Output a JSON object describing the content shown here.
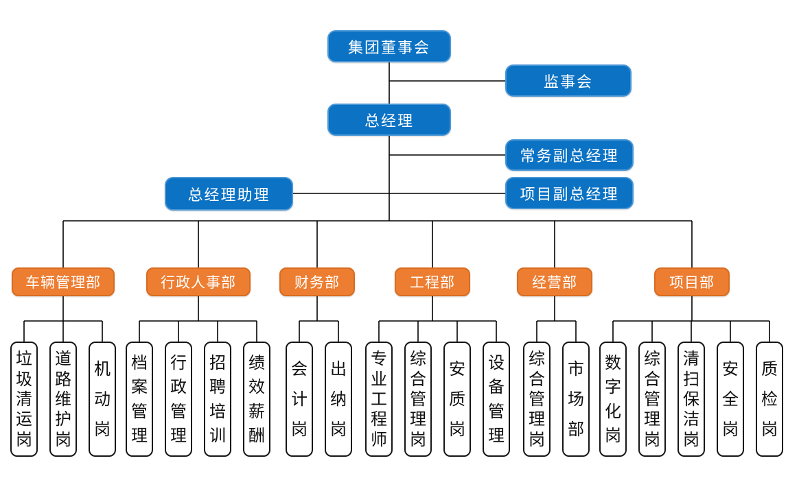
{
  "colors": {
    "primary_blue": "#0B72C4",
    "accent_orange": "#ED7D31",
    "connector_black": "#000000",
    "position_border_black": "#151515",
    "text_white": "#ffffff"
  },
  "executives": {
    "board": "集团董事会",
    "supervisory": "监事会",
    "gm": "总经理",
    "executive_deputy_gm": "常务副总经理",
    "project_deputy_gm": "项目副总经理",
    "gm_assistant": "总经理助理"
  },
  "departments": [
    {
      "label": "车辆管理部",
      "positions": [
        "垃圾清运岗",
        "道路维护岗",
        "机动岗"
      ]
    },
    {
      "label": "行政人事部",
      "positions": [
        "档案管理",
        "行政管理",
        "招聘培训",
        "绩效薪酬"
      ]
    },
    {
      "label": "财务部",
      "positions": [
        "会计岗",
        "出纳岗"
      ]
    },
    {
      "label": "工程部",
      "positions": [
        "专业工程师",
        "综合管理岗",
        "安质岗",
        "设备管理"
      ]
    },
    {
      "label": "经营部",
      "positions": [
        "综合管理岗",
        "市场部"
      ]
    },
    {
      "label": "项目部",
      "positions": [
        "数字化岗",
        "综合管理岗",
        "清扫保洁岗",
        "安全岗",
        "质检岗"
      ]
    }
  ]
}
